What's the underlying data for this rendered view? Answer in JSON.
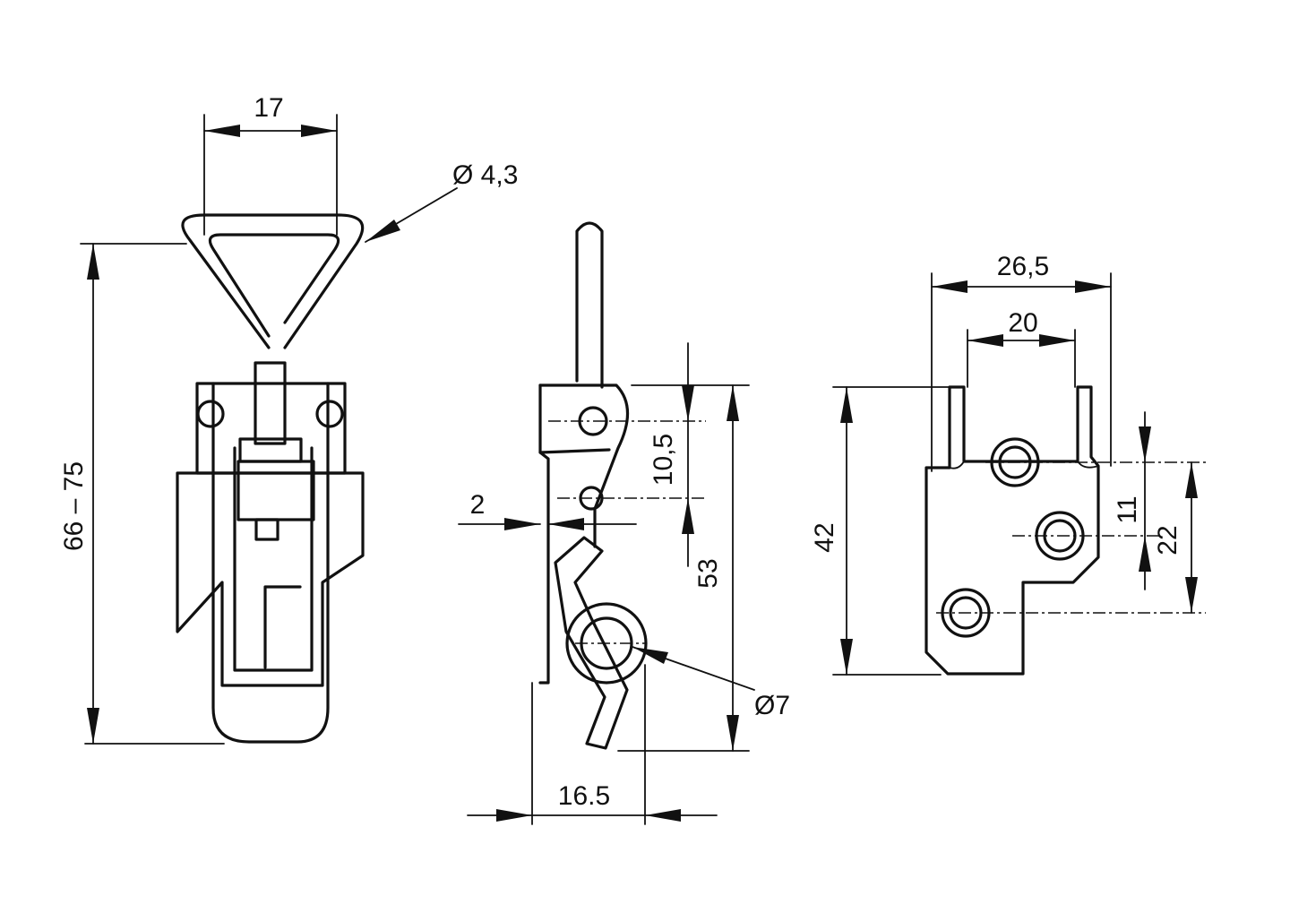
{
  "drawing": {
    "front_view": {
      "width_label": "17",
      "wire_dia_label": "Ø 4,3",
      "height_label": "66 – 75"
    },
    "side_view": {
      "top_offset_label": "10,5",
      "thickness_label": "2",
      "height_label": "53",
      "hole_dia_label": "Ø7",
      "depth_label": "16.5"
    },
    "plate_view": {
      "outer_width_label": "26,5",
      "inner_width_label": "20",
      "height_label": "42",
      "hole_pitch_label": "11",
      "hole_span_label": "22"
    }
  }
}
